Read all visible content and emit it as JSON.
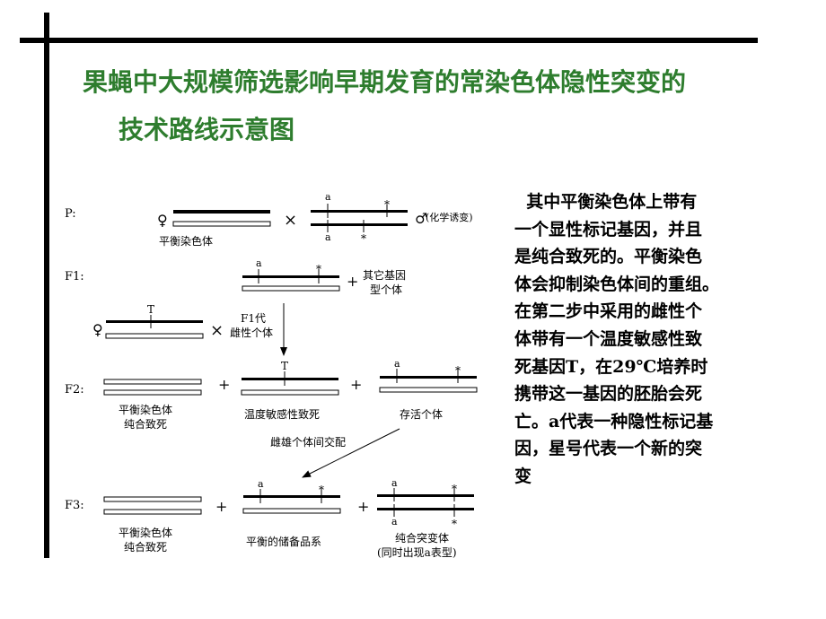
{
  "title": {
    "line1": "果蝇中大规模筛选影响早期发育的常染色体隐性突变的",
    "line2": "技术路线示意图"
  },
  "diagram": {
    "gen_labels": {
      "p": "P:",
      "f1": "F1:",
      "f2": "F2:",
      "f3": "F3:"
    },
    "female_symbol": "♀",
    "male_symbol": "♂",
    "cross_symbol": "×",
    "plus": "+",
    "allele_a": "a",
    "allele_T": "T",
    "star": "*",
    "p_female_label": "平衡染色体",
    "p_male_note": "(化学诱变)",
    "f1_other_line1": "其它基因",
    "f1_other_line2": "型个体",
    "f1_female_label_line1": "F1代",
    "f1_female_label_line2": "雌性个体",
    "f2_left_line1": "平衡染色体",
    "f2_left_line2": "纯合致死",
    "f2_mid": "温度敏感性致死",
    "f2_right": "存活个体",
    "f2_cross_note": "雌雄个体间交配",
    "f3_left_line1": "平衡染色体",
    "f3_left_line2": "纯合致死",
    "f3_mid": "平衡的储备品系",
    "f3_right_line1": "纯合突变体",
    "f3_right_line2": "(同时出现a表型)"
  },
  "description": {
    "lines": [
      "  其中平衡染色体上带有",
      "一个显性标记基因，并且",
      "是纯合致死的。平衡染色",
      "体会抑制染色体间的重组。",
      "在第二步中采用的雌性个",
      "体带有一个温度敏感性致",
      "死基因T，在29℃培养时",
      "携带这一基因的胚胎会死",
      "亡。a代表一种隐性标记基",
      "因，星号代表一个新的突",
      "变"
    ]
  },
  "colors": {
    "title": "#2e7d2e",
    "text": "#000000",
    "background": "#ffffff"
  }
}
